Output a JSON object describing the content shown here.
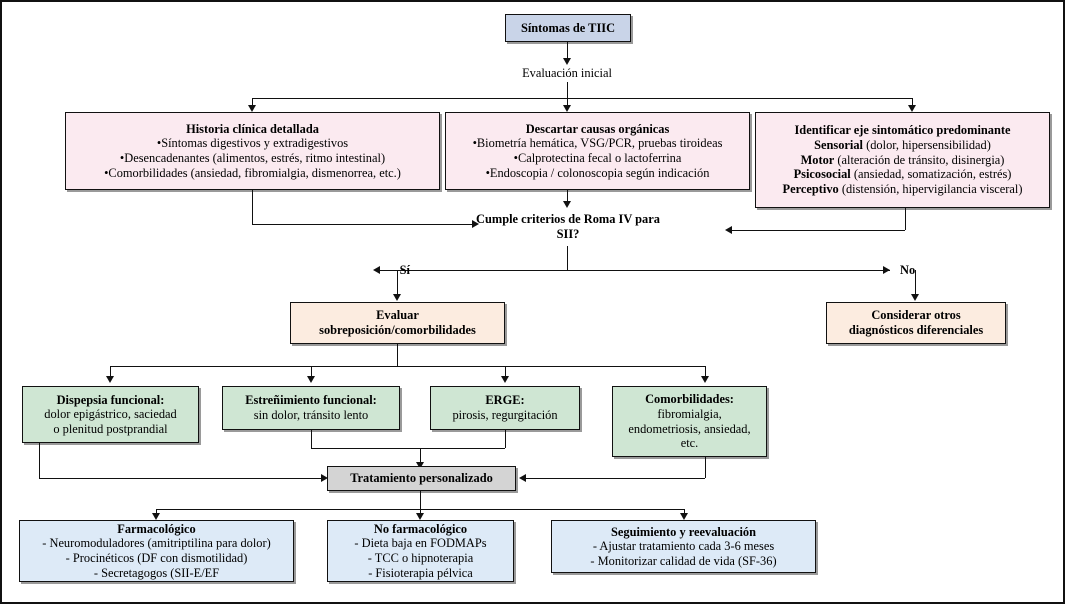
{
  "diagram": {
    "title_node": {
      "label": "Síntomas de TIIC"
    },
    "step_label_initial": "Evaluación inicial",
    "assessment": [
      {
        "id": "historia",
        "title": "Historia clínica detallada",
        "lines": [
          "•Síntomas digestivos y extradigestivos",
          "•Desencadenantes (alimentos, estrés, ritmo intestinal)",
          "•Comorbilidades (ansiedad, fibromialgia, dismenorrea, etc.)"
        ]
      },
      {
        "id": "descartar",
        "title": "Descartar causas orgánicas",
        "lines": [
          "•Biometría hemática, VSG/PCR, pruebas tiroideas",
          "•Calprotectina fecal o lactoferrina",
          "•Endoscopia / colonoscopia según indicación"
        ]
      },
      {
        "id": "eje",
        "title": "Identificar eje sintomático predominante",
        "rich_lines": [
          {
            "bold": "Sensorial",
            "rest": " (dolor, hipersensibilidad)"
          },
          {
            "bold": "Motor",
            "rest": " (alteración de tránsito, disinergia)"
          },
          {
            "bold": "Psicosocial",
            "rest": " (ansiedad, somatización, estrés)"
          },
          {
            "bold": "Perceptivo",
            "rest": " (distensión, hipervigilancia visceral)"
          }
        ]
      }
    ],
    "decision": {
      "line1": "Cumple criterios de Roma IV para",
      "line2": "SII?"
    },
    "branch_yes": "Sí",
    "branch_no": "No",
    "evaluar": {
      "line1": "Evaluar",
      "line2": "sobreposición/comorbilidades"
    },
    "considerar": {
      "line1": "Considerar otros",
      "line2": "diagnósticos diferenciales"
    },
    "overlap": [
      {
        "id": "dispepsia",
        "title": "Dispepsia funcional:",
        "lines": [
          "dolor epigástrico, saciedad",
          "o plenitud postprandial"
        ]
      },
      {
        "id": "estrenimiento",
        "title": "Estreñimiento funcional:",
        "lines": [
          "sin dolor, tránsito lento"
        ]
      },
      {
        "id": "erge",
        "title": "ERGE:",
        "lines": [
          "pirosis, regurgitación"
        ]
      },
      {
        "id": "comorbilidades",
        "title": "Comorbilidades:",
        "lines": [
          "fibromialgia,",
          "endometriosis, ansiedad,",
          "etc."
        ]
      }
    ],
    "treatment": {
      "label": "Tratamiento personalizado"
    },
    "treatment_branches": [
      {
        "id": "farmacologico",
        "title": "Farmacológico",
        "lines": [
          "- Neuromoduladores (amitriptilina para dolor)",
          "- Procinéticos (DF con dismotilidad)",
          "- Secretagogos (SII-E/EF"
        ]
      },
      {
        "id": "no-farmacologico",
        "title": "No farmacológico",
        "lines": [
          "- Dieta baja en FODMAPs",
          "- TCC o hipnoterapia",
          "- Fisioterapia pélvica"
        ]
      },
      {
        "id": "seguimiento",
        "title": "Seguimiento y reevaluación",
        "lines": [
          "- Ajustar tratamiento cada 3-6 meses",
          "- Monitorizar calidad de vida (SF-36)"
        ]
      }
    ],
    "colors": {
      "title_box": "#c9d4e8",
      "assessment_box": "#fbeaf0",
      "decision_box": "#fcece0",
      "overlap_box": "#cfe6d3",
      "treatment_box": "#d4d4d4",
      "branch_box": "#ddeaf7",
      "line": "#111111"
    }
  }
}
